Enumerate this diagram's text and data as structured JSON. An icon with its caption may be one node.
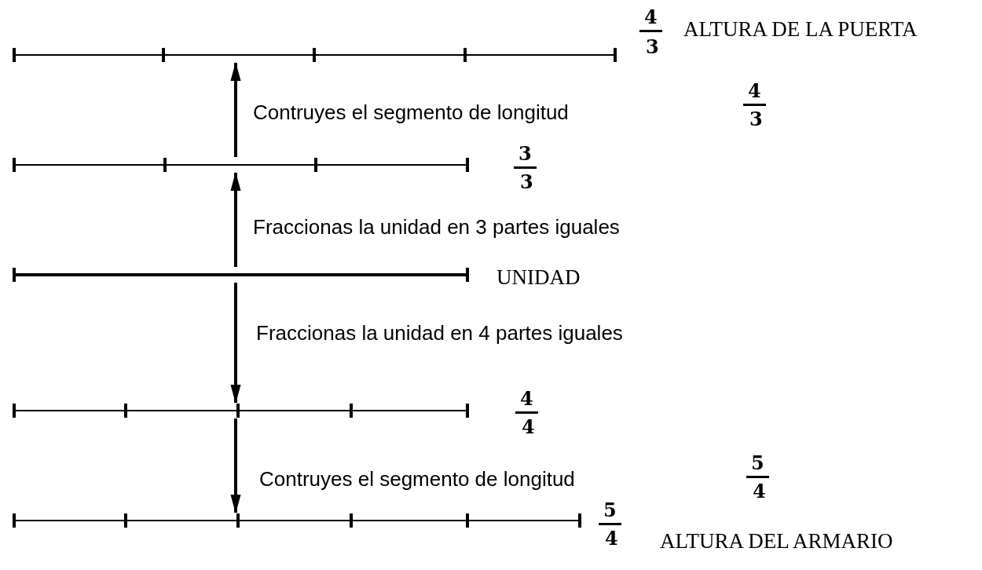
{
  "diagram": {
    "nodes": [
      {
        "text": [],
        "shape": "bar",
        "beside": [
          "4",
          "3",
          "ALTURA DE LA PUERTA"
        ]
      },
      {
        "text": [],
        "shape": "bar",
        "beside": [
          "3",
          "3"
        ]
      },
      {
        "text": [],
        "shape": "bar",
        "beside": [
          "UNIDAD"
        ]
      },
      {
        "text": [],
        "shape": "bar",
        "beside": [
          "4",
          "4"
        ]
      },
      {
        "text": [],
        "shape": "bar",
        "beside": [
          "5",
          "4",
          "ALTURA DEL ARMARIO"
        ]
      }
    ],
    "edges": [
      {
        "from": 1,
        "to": 0,
        "arrow": "to",
        "label": "Contruyes el segmento de longitud"
      },
      {
        "from": 2,
        "to": 1,
        "arrow": "to",
        "label": "Fraccionas la unidad en 3 partes iguales"
      },
      {
        "from": 2,
        "to": 3,
        "arrow": "to",
        "label": "Fraccionas la unidad en 4 partes iguales"
      },
      {
        "from": 3,
        "to": 4,
        "arrow": "to",
        "label": "Contruyes el segmento de longitud"
      }
    ],
    "labels": [
      "4",
      "3",
      "5",
      "4"
    ]
  }
}
